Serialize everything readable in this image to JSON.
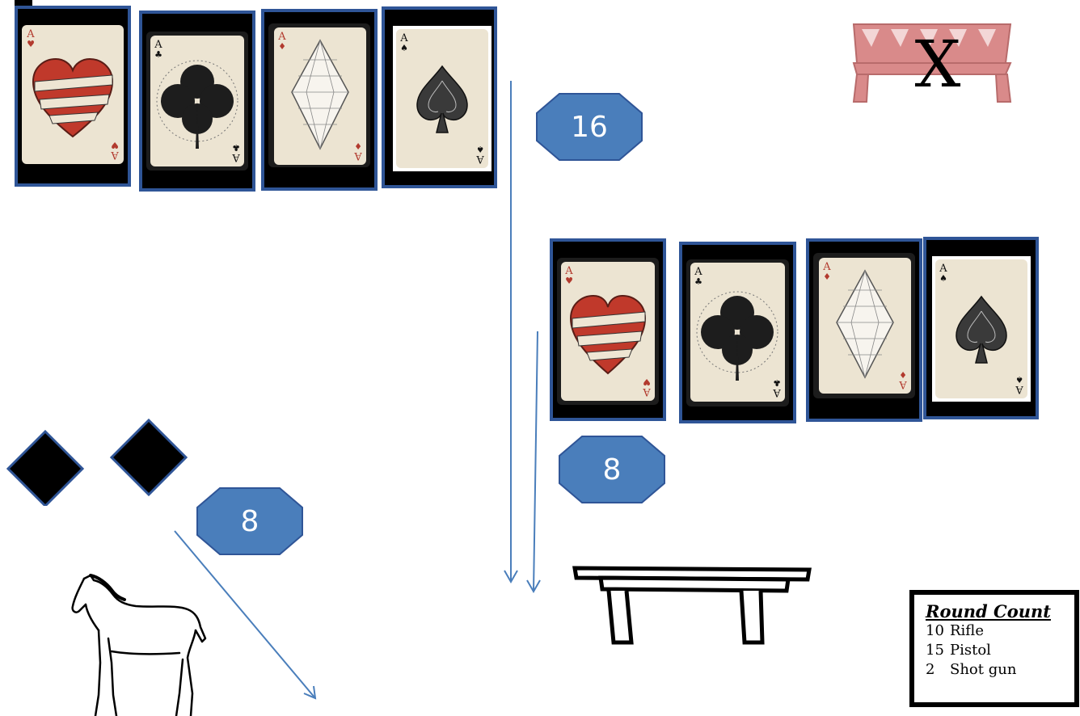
{
  "cards": {
    "ace_rank": "A",
    "suit_glyphs": {
      "hearts": "♥",
      "clubs": "♣",
      "diamonds": "♦",
      "spades": "♠"
    }
  },
  "badges": {
    "top": "16",
    "middle": "8",
    "left": "8"
  },
  "marker": {
    "label": "X"
  },
  "round_count": {
    "title": "Round Count",
    "items": [
      {
        "qty": "10",
        "label": "Rifle"
      },
      {
        "qty": "15",
        "label": "Pistol"
      },
      {
        "qty": "2",
        "label": "Shot gun"
      }
    ]
  },
  "colors": {
    "frame_border": "#2f5597",
    "badge_fill": "#4a7ebb",
    "badge_stroke": "#2f5597",
    "arrow": "#4a7ebb",
    "bench_fill": "#d98a8a"
  }
}
